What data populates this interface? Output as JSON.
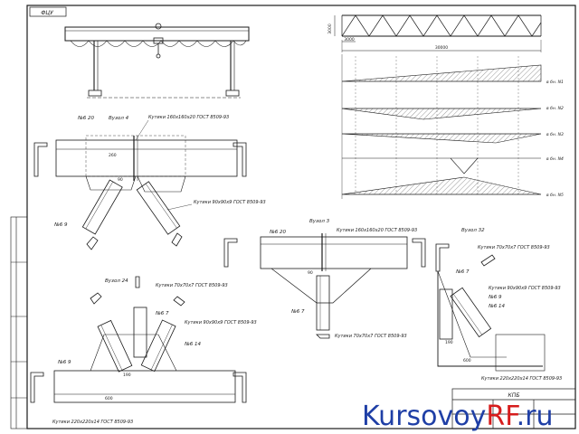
{
  "colors": {
    "line": "#1a1a1a",
    "accent": "#3a3a3a",
    "watermark_blue": "#1f3fa6",
    "watermark_red": "#d61c1c",
    "hatch": "#555555"
  },
  "sheet": {
    "crane_tag": "ФЦУ",
    "stamp_code": "КПБ"
  },
  "truss": {
    "dim_height": "3000",
    "dim_panel": "3000",
    "dim_span": "30000"
  },
  "diagrams": [
    {
      "label": "в бн. N1"
    },
    {
      "label": "в бн. N2"
    },
    {
      "label": "в бн. N3"
    },
    {
      "label": "в бн. N4"
    },
    {
      "label": "в бн. N5"
    }
  ],
  "node4": {
    "title": "Вузол 4",
    "tag_top": "№6 20",
    "tag_side": "№6 9",
    "chord": "Кутики 160х160х20 ГОСТ 8509-93",
    "brace": "Кутики 90х90х9 ГОСТ 8509-93",
    "dim_a": "260",
    "dim_b": "90"
  },
  "node3": {
    "title": "Вузол 3",
    "tag_top": "№6 20",
    "tag_side": "№6 7",
    "chord": "Кутики 160х160х20 ГОСТ 8509-93",
    "brace": "Кутики 70х70х7 ГОСТ 8509-93",
    "dim_a": "90"
  },
  "node24": {
    "title": "Вузол 24",
    "tag_a": "№6 7",
    "tag_b": "№6 14",
    "tag_c": "№6 9",
    "brace_a": "Кутики 70х70х7 ГОСТ 8509-93",
    "brace_b": "Кутики 90х90х9 ГОСТ 8509-93",
    "chord": "Кутики 220х220х14 ГОСТ 8509-93",
    "dim_a": "190",
    "dim_b": "600"
  },
  "node32": {
    "title": "Вузол 32",
    "tag_a": "№6 7",
    "tag_b": "№6 9",
    "tag_c": "№6 14",
    "brace_a": "Кутики 70х70х7 ГОСТ 8509-93",
    "brace_b": "Кутики 90х90х9 ГОСТ 8509-93",
    "chord": "Кутики 220х220х14 ГОСТ 8509-93",
    "dim_a": "190",
    "dim_b": "600"
  },
  "watermark": {
    "part1": "Kursovoy",
    "part2": "RF",
    "part3": ".ru"
  }
}
